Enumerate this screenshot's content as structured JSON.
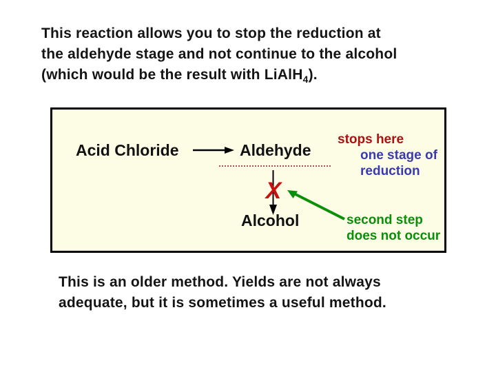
{
  "slide": {
    "background": "#ffffff",
    "intro": {
      "line1": "This reaction allows you to stop the reduction at",
      "line2": "the aldehyde stage and not continue to the alcohol",
      "line3_pre": "(which would be the result with LiAlH",
      "line3_sub": "4",
      "line3_post": ")."
    },
    "diagram": {
      "box_background": "#fdfde6",
      "box_border_color": "#000000",
      "acid_chloride_label": "Acid Chloride",
      "aldehyde_label": "Aldehyde",
      "alcohol_label": "Alcohol",
      "x_mark": "X",
      "stops_here_note": "stops here",
      "one_stage_note": "one stage of",
      "reduction_note": "reduction",
      "second_step_note": "second step",
      "does_not_occur_note": "does not occur",
      "colors": {
        "stops_here_text": "#aa1111",
        "stage_reduction_text": "#3a3ab0",
        "second_step_text": "#0a8f0a",
        "x_mark": "#c81010",
        "dotted_underline": "#a05050",
        "green_arrow": "#0a8f0a",
        "black_arrows": "#000000"
      }
    },
    "outro": {
      "line1": "This is an older method. Yields are not always",
      "line2": "adequate, but it is sometimes a useful method."
    }
  }
}
